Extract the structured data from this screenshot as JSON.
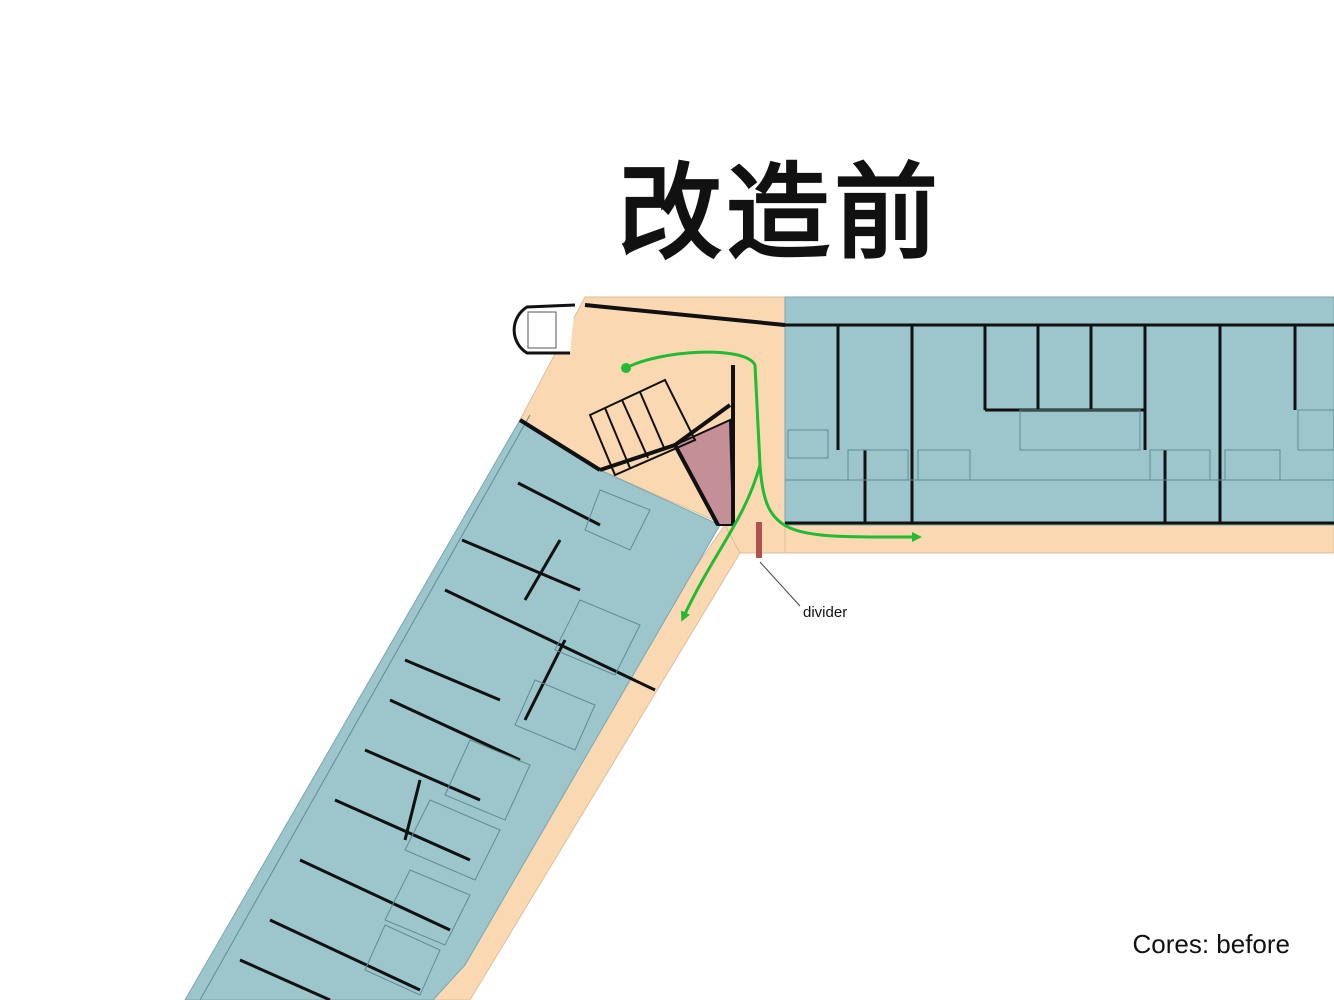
{
  "title": "改造前",
  "caption": "Cores: before",
  "annotations": {
    "divider": "divider"
  },
  "colors": {
    "corridor": "#fad9b2",
    "units": "#9dc5cc",
    "core_shaft": "#c58f98",
    "circulation_arrow": "#22bb33",
    "divider_mark": "#b05050",
    "wall": "#111111"
  }
}
